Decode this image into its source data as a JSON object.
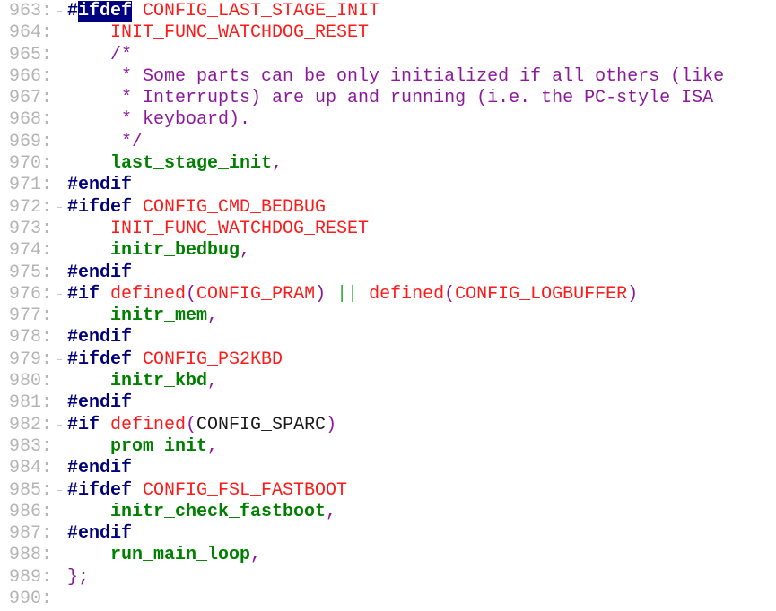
{
  "colors": {
    "keyword": "#00007a",
    "macro": "#ff1a1a",
    "comment": "#8b1a9b",
    "function": "#008000",
    "selection": "#000080"
  },
  "lines": [
    {
      "n": "963:",
      "fold": true,
      "tokens": [
        {
          "text": "#",
          "cls": "k"
        },
        {
          "text": "ifdef",
          "cls": "k sel"
        },
        {
          "text": " CONFIG_LAST_STAGE_INIT",
          "cls": "m"
        }
      ]
    },
    {
      "n": "964:",
      "tokens": [
        {
          "text": "    INIT_FUNC_WATCHDOG_RESET",
          "cls": "m"
        }
      ]
    },
    {
      "n": "965:",
      "tokens": [
        {
          "text": "    /*",
          "cls": "c"
        }
      ]
    },
    {
      "n": "966:",
      "tokens": [
        {
          "text": "     * Some parts can be only initialized if all others (like",
          "cls": "c"
        }
      ]
    },
    {
      "n": "967:",
      "tokens": [
        {
          "text": "     * Interrupts) are up and running (i.e. the PC-style ISA",
          "cls": "c"
        }
      ]
    },
    {
      "n": "968:",
      "tokens": [
        {
          "text": "     * keyboard).",
          "cls": "c"
        }
      ]
    },
    {
      "n": "969:",
      "tokens": [
        {
          "text": "     */",
          "cls": "c"
        }
      ]
    },
    {
      "n": "970:",
      "tokens": [
        {
          "text": "    last_stage_init",
          "cls": "f"
        },
        {
          "text": ",",
          "cls": "p"
        }
      ]
    },
    {
      "n": "971:",
      "tokens": [
        {
          "text": "#endif",
          "cls": "k"
        }
      ]
    },
    {
      "n": "972:",
      "fold": true,
      "tokens": [
        {
          "text": "#ifdef",
          "cls": "k"
        },
        {
          "text": " CONFIG_CMD_BEDBUG",
          "cls": "m"
        }
      ]
    },
    {
      "n": "973:",
      "tokens": [
        {
          "text": "    INIT_FUNC_WATCHDOG_RESET",
          "cls": "m"
        }
      ]
    },
    {
      "n": "974:",
      "tokens": [
        {
          "text": "    initr_bedbug",
          "cls": "f"
        },
        {
          "text": ",",
          "cls": "p"
        }
      ]
    },
    {
      "n": "975:",
      "tokens": [
        {
          "text": "#endif",
          "cls": "k"
        }
      ]
    },
    {
      "n": "976:",
      "fold": true,
      "tokens": [
        {
          "text": "#if",
          "cls": "k"
        },
        {
          "text": " defined",
          "cls": "m"
        },
        {
          "text": "(",
          "cls": "p"
        },
        {
          "text": "CONFIG_PRAM",
          "cls": "m"
        },
        {
          "text": ")",
          "cls": "p"
        },
        {
          "text": " || ",
          "cls": "o"
        },
        {
          "text": "defined",
          "cls": "m"
        },
        {
          "text": "(",
          "cls": "p"
        },
        {
          "text": "CONFIG_LOGBUFFER",
          "cls": "m"
        },
        {
          "text": ")",
          "cls": "p"
        }
      ]
    },
    {
      "n": "977:",
      "tokens": [
        {
          "text": "    initr_mem",
          "cls": "f"
        },
        {
          "text": ",",
          "cls": "p"
        }
      ]
    },
    {
      "n": "978:",
      "tokens": [
        {
          "text": "#endif",
          "cls": "k"
        }
      ]
    },
    {
      "n": "979:",
      "fold": true,
      "tokens": [
        {
          "text": "#ifdef",
          "cls": "k"
        },
        {
          "text": " CONFIG_PS2KBD",
          "cls": "m"
        }
      ]
    },
    {
      "n": "980:",
      "tokens": [
        {
          "text": "    initr_kbd",
          "cls": "f"
        },
        {
          "text": ",",
          "cls": "p"
        }
      ]
    },
    {
      "n": "981:",
      "tokens": [
        {
          "text": "#endif",
          "cls": "k"
        }
      ]
    },
    {
      "n": "982:",
      "fold": true,
      "tokens": [
        {
          "text": "#if",
          "cls": "k"
        },
        {
          "text": " defined",
          "cls": "m"
        },
        {
          "text": "(",
          "cls": "p"
        },
        {
          "text": "CONFIG_SPARC",
          "cls": "t"
        },
        {
          "text": ")",
          "cls": "p"
        }
      ]
    },
    {
      "n": "983:",
      "tokens": [
        {
          "text": "    prom_init",
          "cls": "f"
        },
        {
          "text": ",",
          "cls": "p"
        }
      ]
    },
    {
      "n": "984:",
      "tokens": [
        {
          "text": "#endif",
          "cls": "k"
        }
      ]
    },
    {
      "n": "985:",
      "fold": true,
      "tokens": [
        {
          "text": "#ifdef",
          "cls": "k"
        },
        {
          "text": " CONFIG_FSL_FASTBOOT",
          "cls": "m"
        }
      ]
    },
    {
      "n": "986:",
      "tokens": [
        {
          "text": "    initr_check_fastboot",
          "cls": "f"
        },
        {
          "text": ",",
          "cls": "p"
        }
      ]
    },
    {
      "n": "987:",
      "tokens": [
        {
          "text": "#endif",
          "cls": "k"
        }
      ]
    },
    {
      "n": "988:",
      "tokens": [
        {
          "text": "    run_main_loop",
          "cls": "f"
        },
        {
          "text": ",",
          "cls": "p"
        }
      ]
    },
    {
      "n": "989:",
      "tokens": [
        {
          "text": "};",
          "cls": "p"
        }
      ]
    },
    {
      "n": "990:",
      "tokens": []
    }
  ]
}
